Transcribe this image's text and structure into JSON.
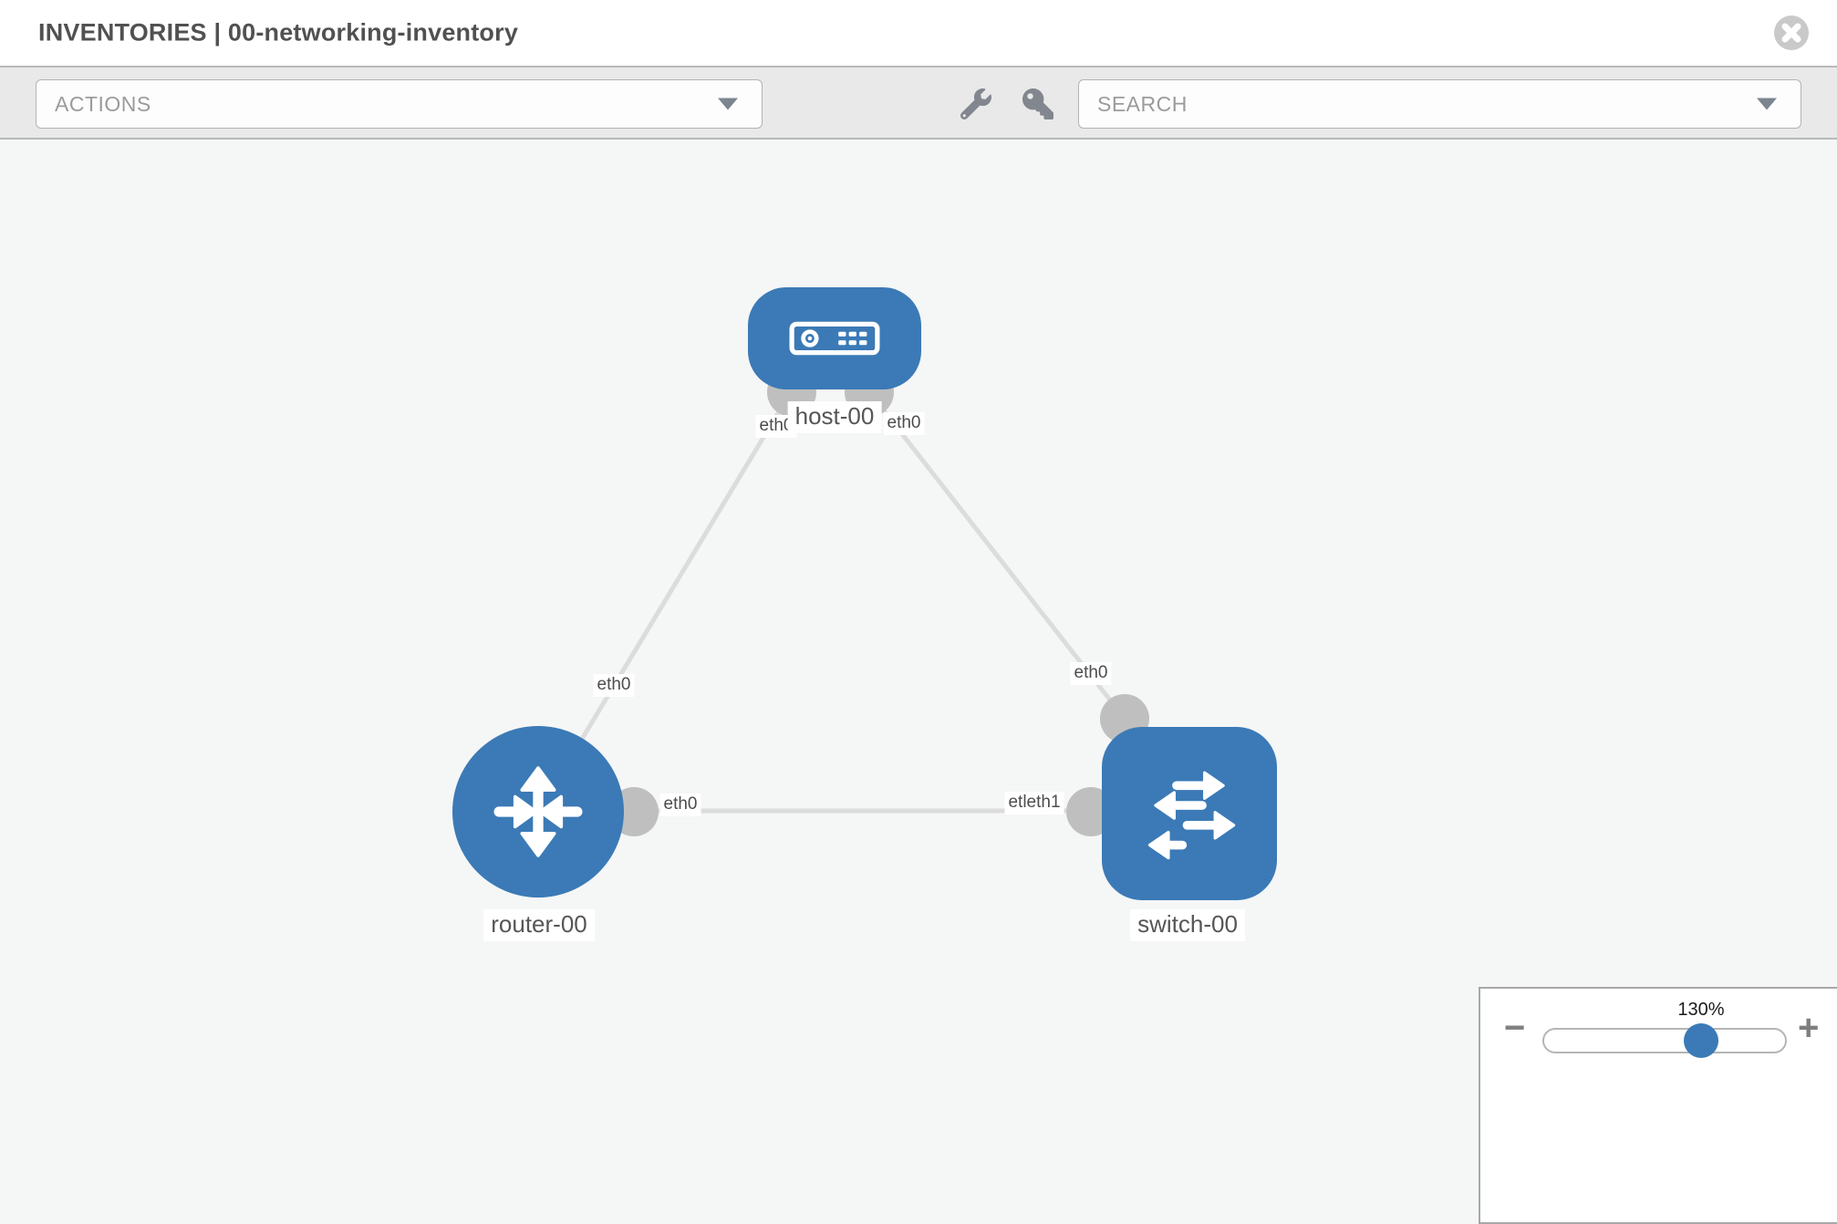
{
  "header": {
    "title": "INVENTORIES | 00-networking-inventory"
  },
  "toolbar": {
    "actions_placeholder": "ACTIONS",
    "search_placeholder": "SEARCH",
    "icons": [
      "wrench-icon",
      "key-icon"
    ]
  },
  "topology": {
    "nodes": [
      {
        "id": "host-00",
        "label": "host-00",
        "type": "host"
      },
      {
        "id": "router-00",
        "label": "router-00",
        "type": "router"
      },
      {
        "id": "switch-00",
        "label": "switch-00",
        "type": "switch"
      }
    ],
    "links": [
      {
        "from": "router-00",
        "to": "host-00",
        "from_iface": "eth0",
        "to_iface": "eth0"
      },
      {
        "from": "host-00",
        "to": "switch-00",
        "from_iface": "eth0",
        "to_iface": "eth0"
      },
      {
        "from": "router-00",
        "to": "switch-00",
        "from_iface": "eth0",
        "to_iface_display": "etleth1"
      }
    ],
    "iface_labels": {
      "host_left": "eth0",
      "host_right": "eth0",
      "router_upper": "eth0",
      "switch_upper": "eth0",
      "mid_router": "eth0",
      "mid_switch": "etleth1"
    }
  },
  "zoom_control": {
    "level": "130%",
    "minus": "−",
    "plus": "+"
  },
  "colors": {
    "node_blue": "#3b7ab6",
    "link_gray": "#dcdcdc",
    "endpoint_gray": "#bfbfbf",
    "toolbar_bg": "#e9e9e9",
    "canvas_bg": "#f5f6f6"
  }
}
